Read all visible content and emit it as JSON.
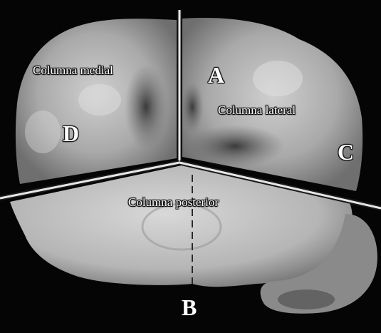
{
  "labels": {
    "columna_medial": "Columna medial",
    "columna_lateral": "Columna lateral",
    "columna_posterior": "Columna posterior",
    "letter_a": "A",
    "letter_b": "B",
    "letter_c": "C",
    "letter_d": "D"
  },
  "colors": {
    "background": "#050505",
    "tissue_light": "#d4d4d4",
    "tissue_dark": "#5e5e5e",
    "divider_line": "#e0e0e0",
    "dashed_line": "#2a2a2a",
    "label_text": "#ffffff"
  }
}
